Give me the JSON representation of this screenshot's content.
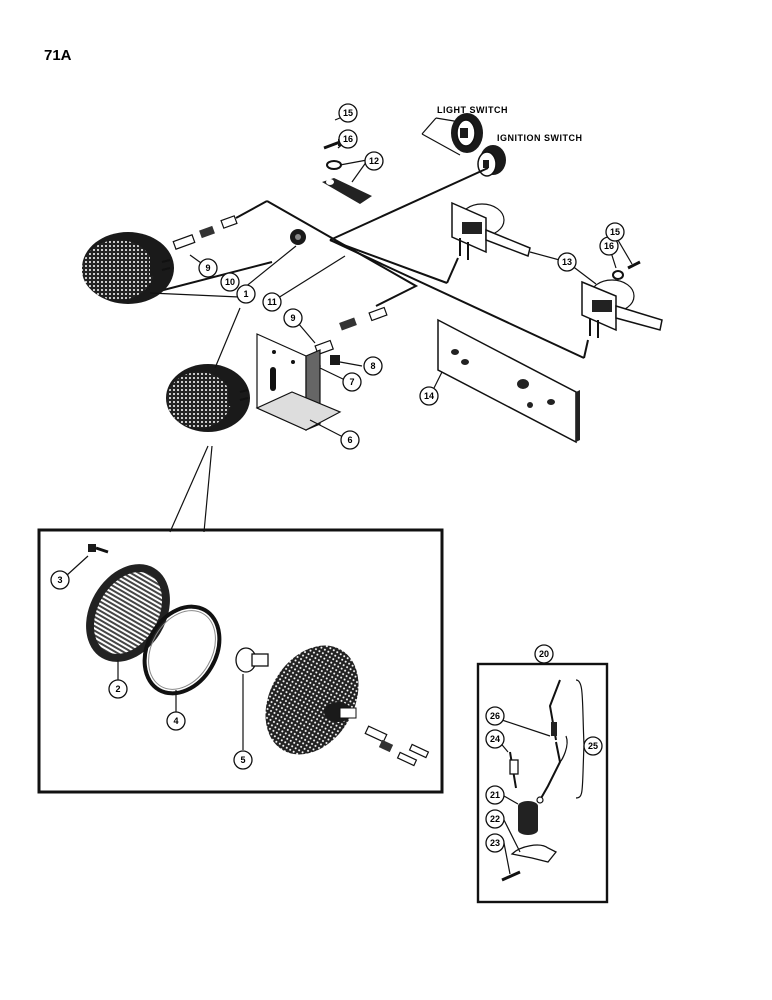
{
  "page": {
    "number": "71A"
  },
  "labels": {
    "light_switch": "LIGHT SWITCH",
    "ignition_switch": "IGNITION SWITCH"
  },
  "callouts": [
    "1",
    "2",
    "3",
    "4",
    "5",
    "6",
    "7",
    "8",
    "9",
    "10",
    "11",
    "12",
    "13",
    "14",
    "15",
    "16",
    "20",
    "21",
    "22",
    "23",
    "24",
    "25",
    "26"
  ]
}
